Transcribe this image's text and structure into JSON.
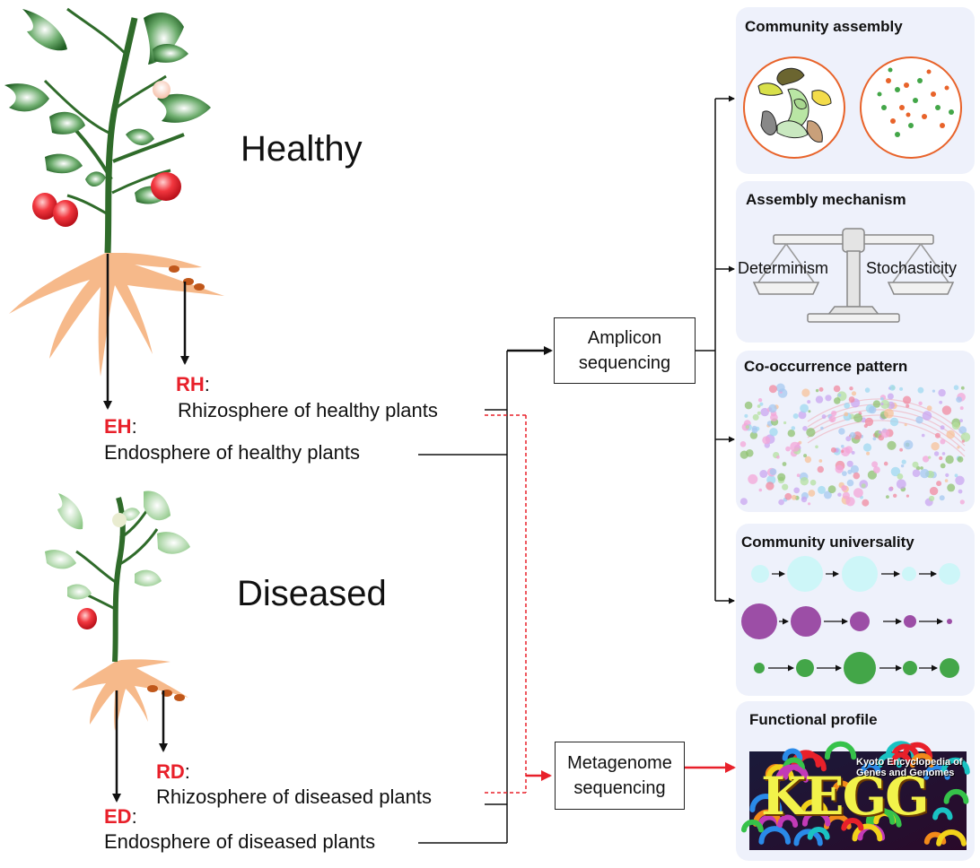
{
  "labels": {
    "healthy": "Healthy",
    "diseased": "Diseased"
  },
  "samples": {
    "rh": {
      "code": "RH",
      "desc": "Rhizosphere of healthy plants"
    },
    "eh": {
      "code": "EH",
      "desc": "Endosphere of healthy plants"
    },
    "rd": {
      "code": "RD",
      "desc": "Rhizosphere of diseased plants"
    },
    "ed": {
      "code": "ED",
      "desc": "Endosphere of diseased plants"
    },
    "colon": ":"
  },
  "boxes": {
    "amplicon": {
      "line1": "Amplicon",
      "line2": "sequencing"
    },
    "metagenome": {
      "line1": "Metagenome",
      "line2": "sequencing"
    }
  },
  "panels": {
    "community_assembly": {
      "title": "Community assembly"
    },
    "assembly_mechanism": {
      "title": "Assembly mechanism",
      "left": "Determinism",
      "right": "Stochasticity"
    },
    "cooccurrence": {
      "title": "Co-occurrence pattern"
    },
    "universality": {
      "title": "Community universality"
    },
    "functional": {
      "title": "Functional profile"
    }
  },
  "kegg": {
    "logo_text": "KEGG",
    "subtitle_line1": "Kyoto Encyclopedia of",
    "subtitle_line2": "Genes and Genomes"
  },
  "colors": {
    "accent_red": "#e8202a",
    "panel_bg": "#eef1fb",
    "circle_border": "#e8632a",
    "root": "#f6b98a",
    "healthy_leaf": "#2f7a2f",
    "diseased_leaf": "#a8d49a",
    "cyan": "#cdf6f8",
    "purple": "#9c4ea6",
    "green": "#43a648"
  }
}
